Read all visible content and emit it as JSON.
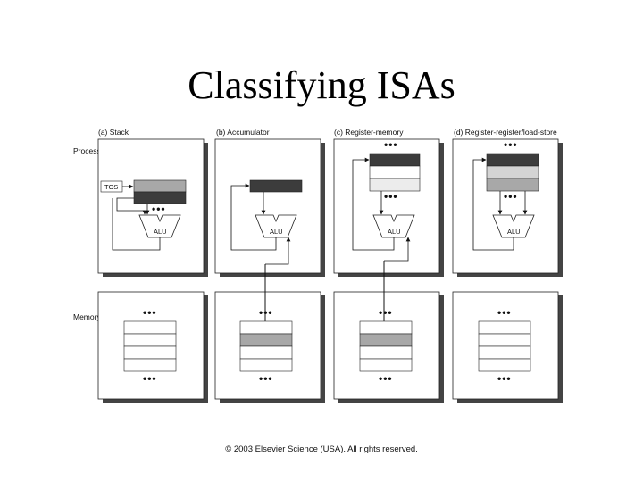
{
  "title": "Classifying ISAs",
  "row_labels": {
    "processor": "Processor",
    "memory": "Memory"
  },
  "columns": [
    {
      "label": "(a) Stack"
    },
    {
      "label": "(b) Accumulator"
    },
    {
      "label": "(c) Register-memory"
    },
    {
      "label": "(d) Register-register/load-store"
    }
  ],
  "tos_label": "TOS",
  "alu_label": "ALU",
  "ellipsis": "•••",
  "copyright": "© 2003 Elsevier Science (USA). All rights reserved.",
  "colors": {
    "dark": "#3c3c3c",
    "mid": "#a8a8a8",
    "light": "#d4d4d4",
    "very_light": "#ececec",
    "shadow": "#444444"
  }
}
